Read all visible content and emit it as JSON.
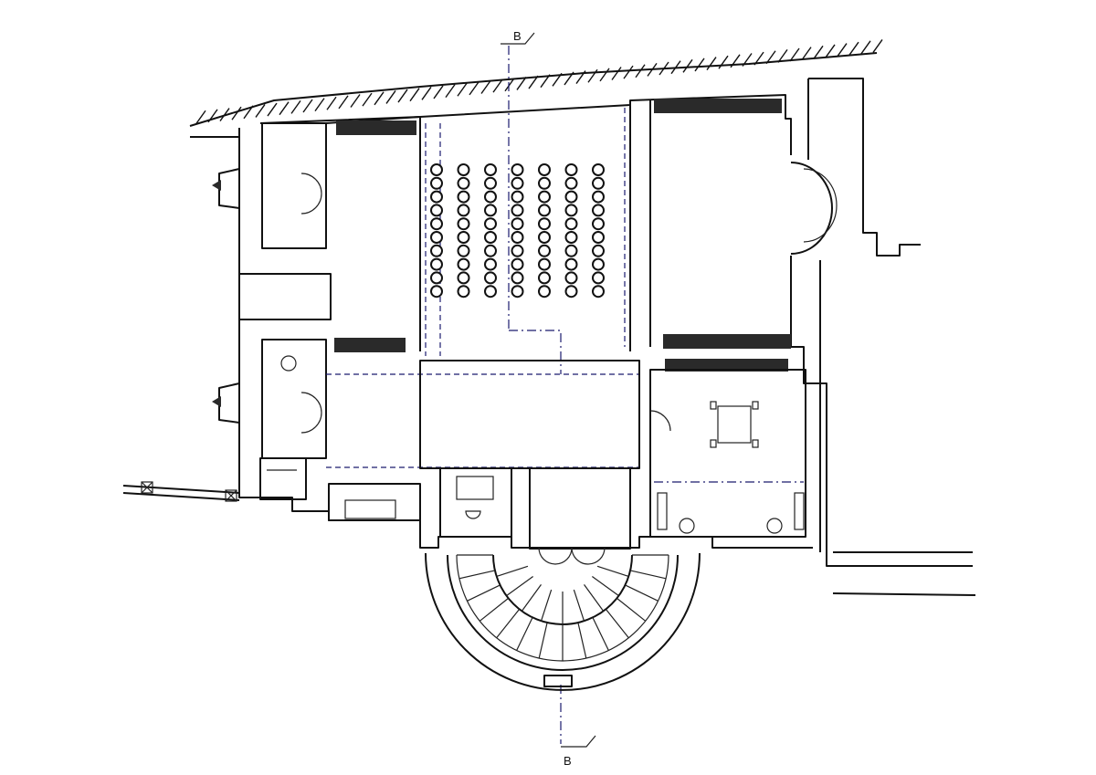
{
  "section_marker_top": "B",
  "section_marker_bottom": "B",
  "colors": {
    "line": "#111111",
    "axis": "#1a1a6e",
    "bench": "#2a2a2a"
  },
  "seating": {
    "rows": 10,
    "columns": 7
  }
}
